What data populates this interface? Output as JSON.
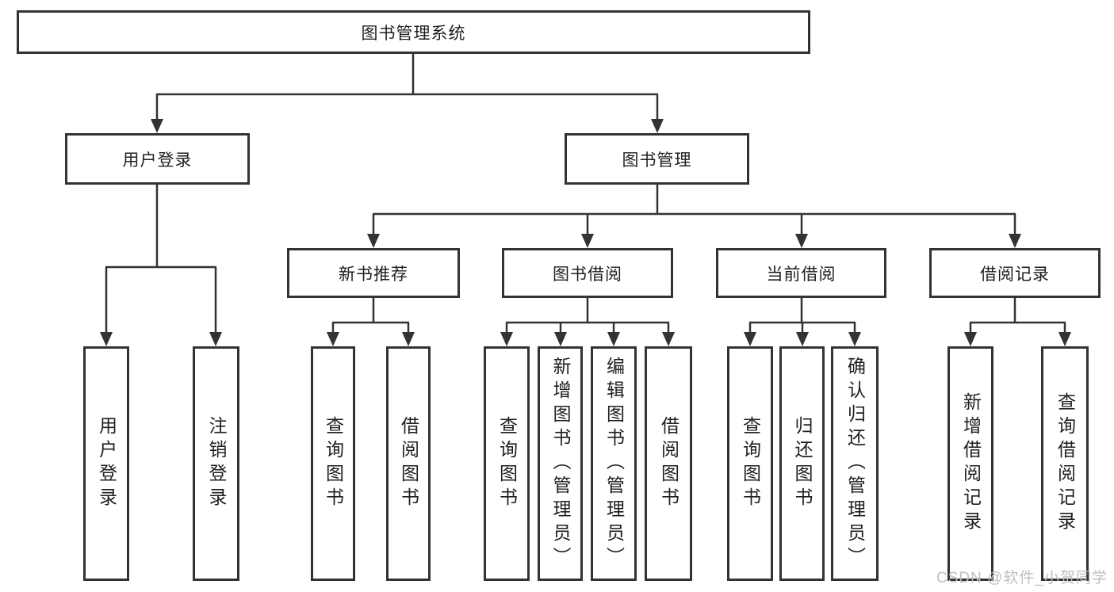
{
  "diagram": {
    "root": {
      "label": "图书管理系统"
    },
    "level2": {
      "user_login": {
        "label": "用户登录",
        "children": [
          {
            "label": "用户登录"
          },
          {
            "label": "注销登录"
          }
        ]
      },
      "book_management": {
        "label": "图书管理"
      }
    },
    "level3": {
      "new_book_recommendation": {
        "label": "新书推荐",
        "children": [
          {
            "label": "查询图书"
          },
          {
            "label": "借阅图书"
          }
        ]
      },
      "book_borrowing": {
        "label": "图书借阅",
        "children": [
          {
            "label": "查询图书"
          },
          {
            "label": "新增图书（管理员）"
          },
          {
            "label": "编辑图书（管理员）"
          },
          {
            "label": "借阅图书"
          }
        ]
      },
      "current_borrowing": {
        "label": "当前借阅",
        "children": [
          {
            "label": "查询图书"
          },
          {
            "label": "归还图书"
          },
          {
            "label": "确认归还（管理员）"
          }
        ]
      },
      "borrowing_records": {
        "label": "借阅记录",
        "children": [
          {
            "label": "新增借阅记录"
          },
          {
            "label": "查询借阅记录"
          }
        ]
      }
    },
    "colors": {
      "line": "#333333",
      "box_border": "#333333",
      "text": "#1f1f1f",
      "background": "#ffffff",
      "watermark": "#bfbfbf"
    }
  },
  "watermark": {
    "text": "CSDN @软件_小贺同学"
  }
}
